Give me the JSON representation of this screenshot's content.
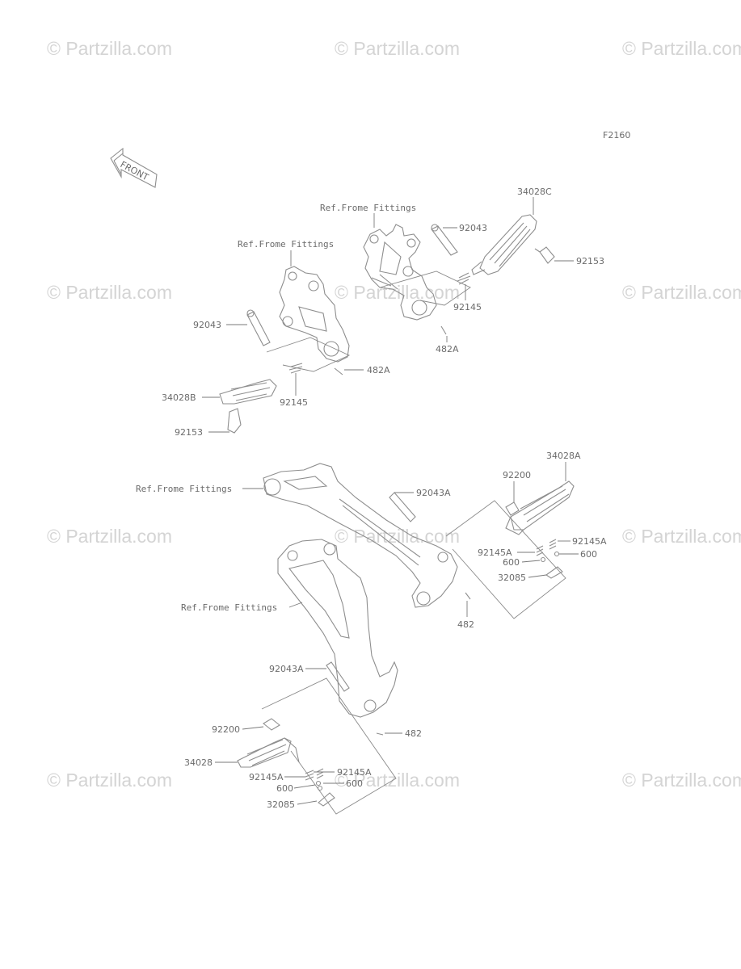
{
  "watermark": "© Partzilla.com",
  "diagram_code": "F2160",
  "front_arrow": "FRONT",
  "colors": {
    "line": "#8e8e8e",
    "text": "#6b6b6b",
    "watermark": "#d4d4d4",
    "background": "#ffffff"
  },
  "labels": {
    "ref_frame_1": "Ref.Frome Fittings",
    "ref_frame_2": "Ref.Frome Fittings",
    "ref_frame_3": "Ref.Frome Fittings",
    "ref_frame_4": "Ref.Frome Fittings",
    "p34028C": "34028C",
    "p92043_top": "92043",
    "p92153_top": "92153",
    "p92145_top": "92145",
    "p482A_top": "482A",
    "p92043_left": "92043",
    "p482A_left": "482A",
    "p34028B": "34028B",
    "p92145_left": "92145",
    "p92153_left": "92153",
    "p34028A": "34028A",
    "p92200_right": "92200",
    "p92043A_right": "92043A",
    "p92145A_r1": "92145A",
    "p92145A_r2": "92145A",
    "p600_r1": "600",
    "p600_r2": "600",
    "p32085_right": "32085",
    "p482_right": "482",
    "p92043A_left": "92043A",
    "p92200_left": "92200",
    "p482_left": "482",
    "p34028": "34028",
    "p92145A_l1": "92145A",
    "p92145A_l2": "92145A",
    "p600_l1": "600",
    "p600_l2": "600",
    "p32085_left": "32085"
  }
}
